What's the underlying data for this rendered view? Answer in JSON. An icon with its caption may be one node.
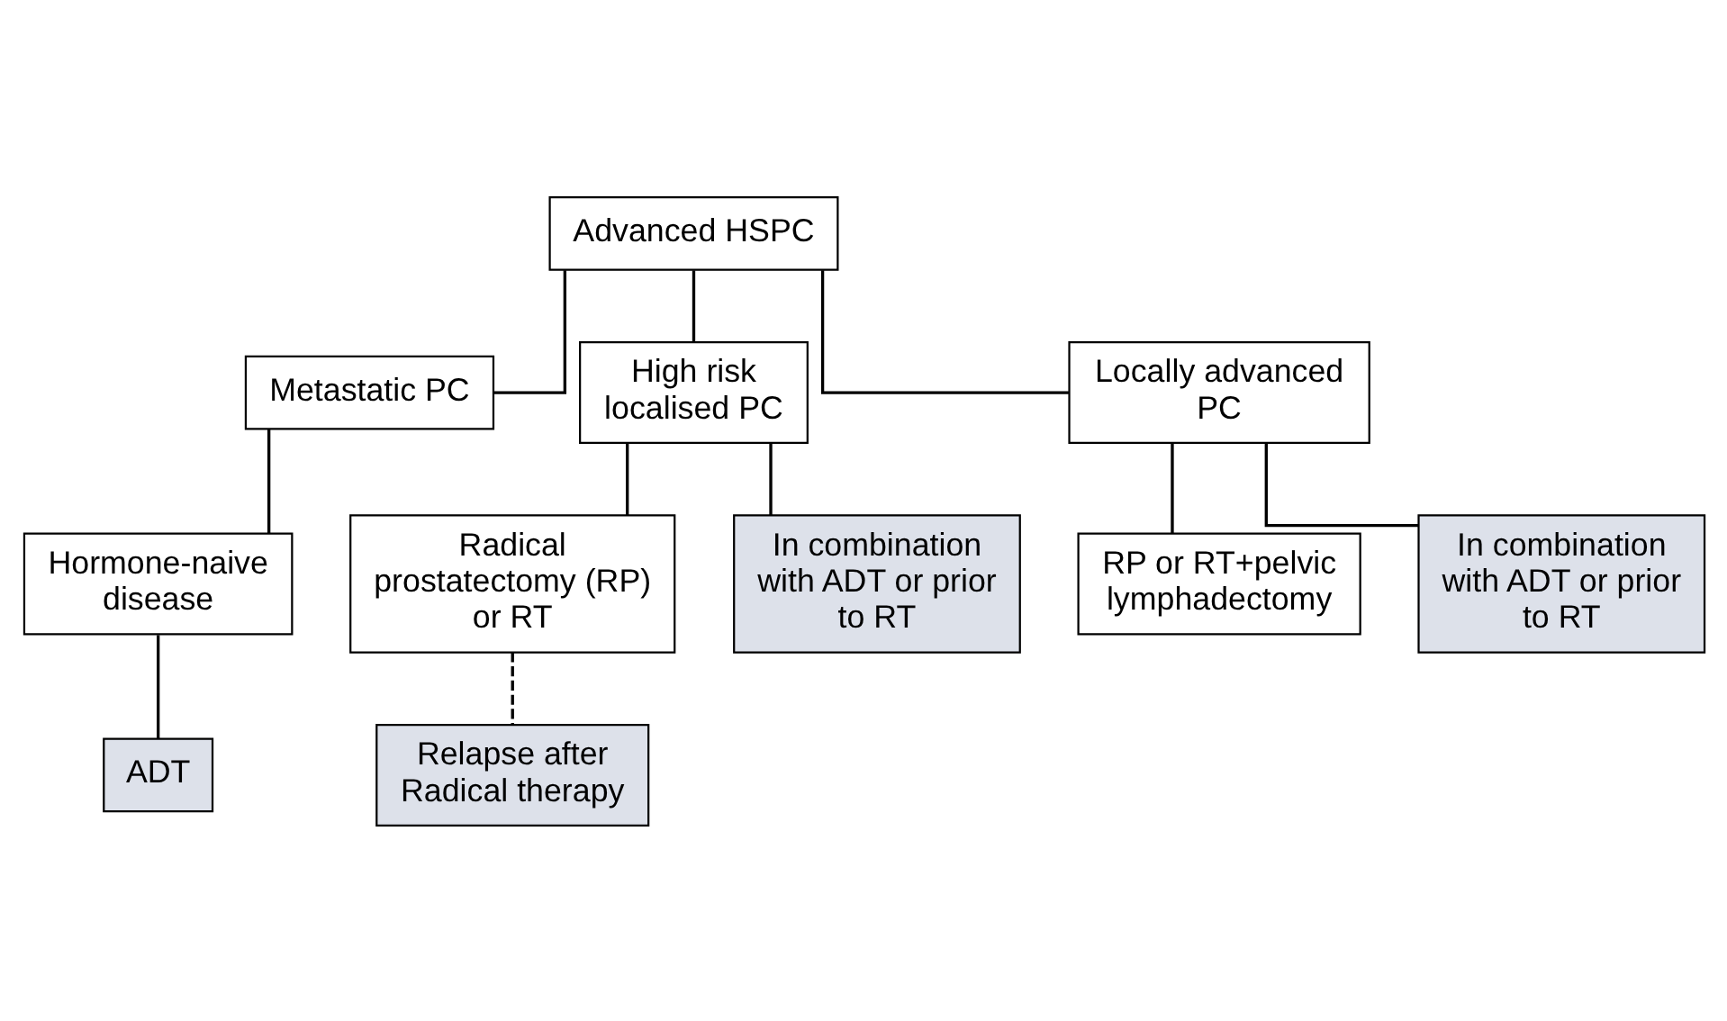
{
  "diagram": {
    "nodes": [
      {
        "text": [
          "Advanced HSPC"
        ]
      },
      {
        "text": [
          "Metastatic PC"
        ]
      },
      {
        "text": [
          "High risk localised PC"
        ]
      },
      {
        "text": [
          "Locally advanced PC"
        ]
      },
      {
        "text": [
          "Hormone-naive disease"
        ]
      },
      {
        "text": [
          "Radical prostatectomy (RP) or RT"
        ]
      },
      {
        "text": [
          "In combination with ADT or prior to RT"
        ]
      },
      {
        "text": [
          "RP or RT+pelvic lymphadectomy"
        ]
      },
      {
        "text": [
          "ADT"
        ]
      },
      {
        "text": [
          "In combination with ADT or prior to RT"
        ]
      },
      {
        "text": [
          "Relapse after Radical therapy"
        ]
      }
    ],
    "edges": [
      {
        "from": 0,
        "to": 1,
        "arrow": "none"
      },
      {
        "from": 0,
        "to": 2,
        "arrow": "none"
      },
      {
        "from": 0,
        "to": 3,
        "arrow": "none"
      },
      {
        "from": 1,
        "to": 4,
        "arrow": "none"
      },
      {
        "from": 2,
        "to": 5,
        "arrow": "none"
      },
      {
        "from": 2,
        "to": 6,
        "arrow": "none"
      },
      {
        "from": 3,
        "to": 7,
        "arrow": "none"
      },
      {
        "from": 3,
        "to": 9,
        "arrow": "none"
      },
      {
        "from": 4,
        "to": 8,
        "arrow": "none"
      },
      {
        "from": 5,
        "to": 10,
        "arrow": "none",
        "style": "dashed"
      }
    ]
  }
}
